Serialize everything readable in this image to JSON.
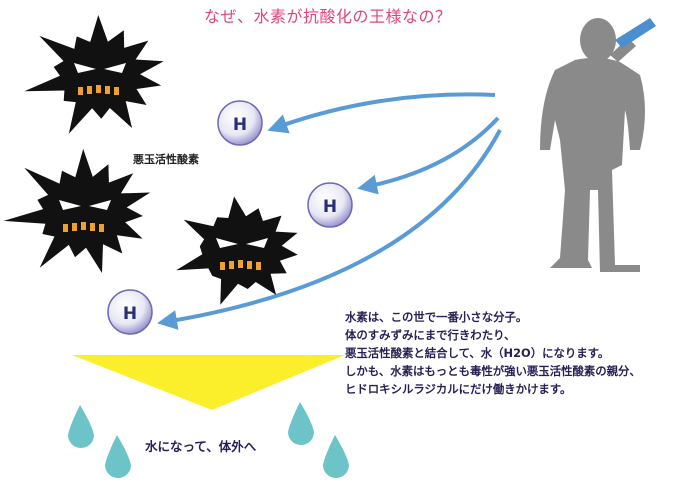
{
  "title": "なぜ、水素が抗酸化の王様なの？",
  "radical_label": "悪玉活性酸素",
  "hydrogen_symbol": "H",
  "description": [
    "水素は、この世で一番小さな分子。",
    "体のすみずみにまで行きわたり、",
    "悪玉活性酸素と結合して、水（H2O）になります。",
    "しかも、水素はもっとも毒性が強い悪玉活性酸素の親分、",
    "ヒドロキシルラジカルにだけ働きかけます。"
  ],
  "water_caption": "水になって、体外へ",
  "colors": {
    "title": "#e2457e",
    "arrow": "#5b9bd5",
    "triangle": "#fbee2a",
    "drop": "#6cc3c8",
    "silhouette": "#8a8a8a",
    "text": "#2a1f55"
  }
}
